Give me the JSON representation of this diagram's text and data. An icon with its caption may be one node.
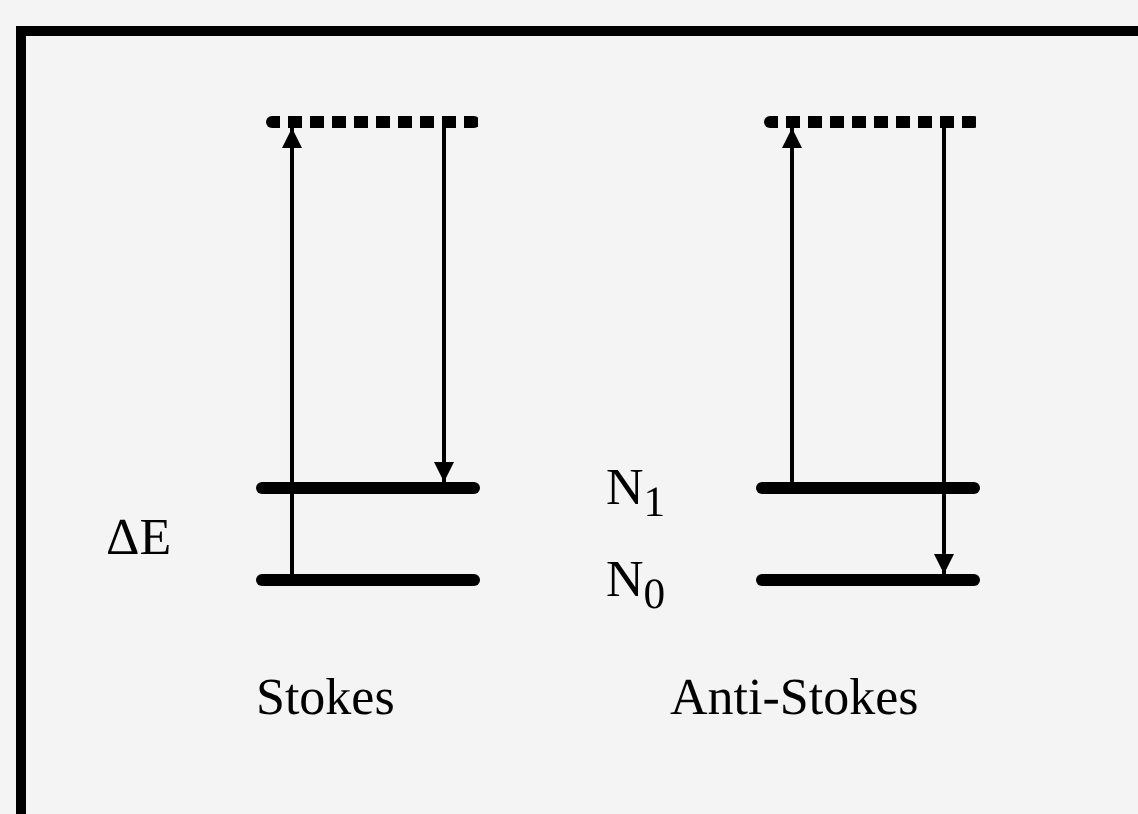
{
  "diagram": {
    "nodes": [
      {
        "text": [],
        "shape": "bar"
      },
      {
        "text": [],
        "shape": "bar"
      },
      {
        "text": [],
        "shape": "bar"
      },
      {
        "text": [],
        "shape": "bar"
      },
      {
        "text": [],
        "shape": "bar"
      },
      {
        "text": [],
        "shape": "bar"
      }
    ],
    "edges": [
      {
        "from": 2,
        "to": 0,
        "arrow": "to"
      },
      {
        "from": 0,
        "to": 1,
        "arrow": "to"
      },
      {
        "from": 4,
        "to": 3,
        "arrow": "to"
      },
      {
        "from": 3,
        "to": 5,
        "arrow": "to"
      }
    ],
    "labels": [
      "ΔE",
      "N$_{1}$",
      "N$_{0}$",
      "Stokes",
      "Anti-Stokes"
    ]
  }
}
